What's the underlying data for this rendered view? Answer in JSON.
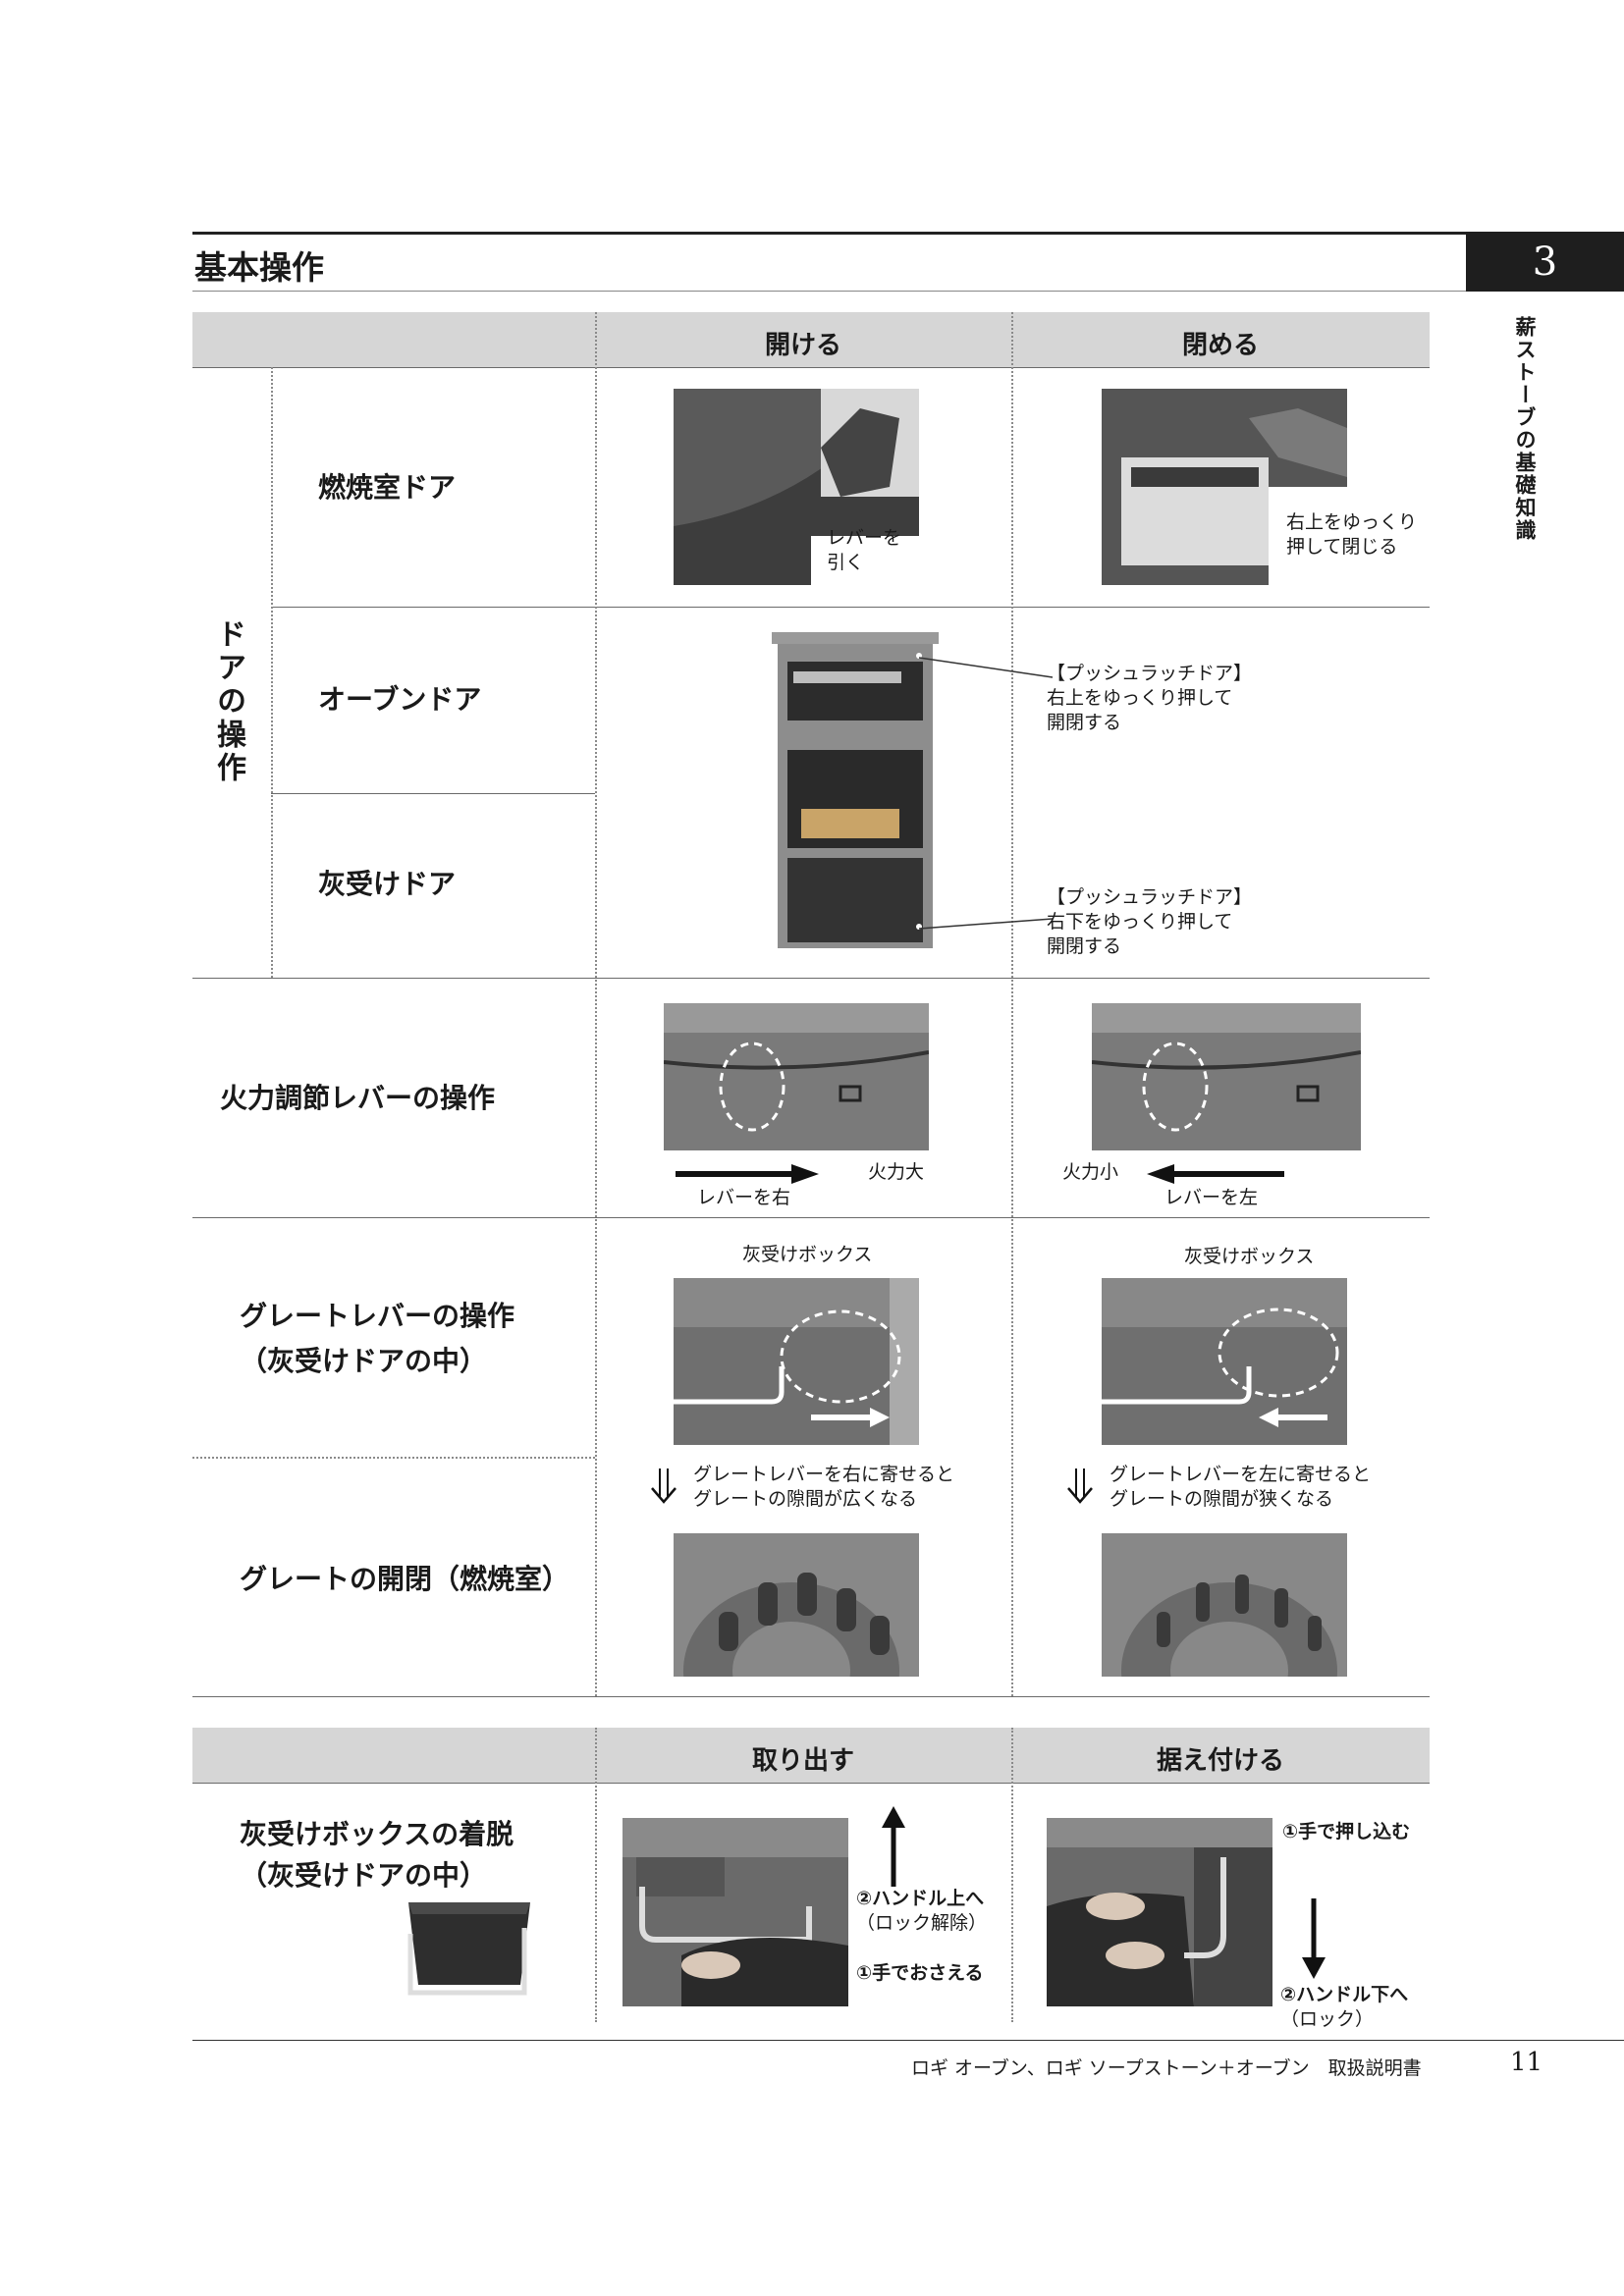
{
  "page": {
    "title": "基本操作",
    "chapter_number": "3",
    "chapter_title": "薪ストーブの基礎知識",
    "footer_text": "ロギ オーブン、ロギ ソープストーン＋オーブン　取扱説明書",
    "page_number": "11"
  },
  "table1": {
    "col_open": "開ける",
    "col_close": "閉める",
    "group_label": "ドアの操作",
    "rows": {
      "combustion_door": "燃焼室ドア",
      "oven_door": "オーブンドア",
      "ash_door": "灰受けドア",
      "air_lever": "火力調節レバーの操作",
      "grate_lever_line1": "グレートレバーの操作",
      "grate_lever_line2": "（灰受けドアの中）",
      "grate_open_close": "グレートの開閉（燃焼室）"
    },
    "captions": {
      "lever_pull_line1": "レバーを",
      "lever_pull_line2": "引く",
      "push_close_line1": "右上をゆっくり",
      "push_close_line2": "押して閉じる",
      "oven_latch_title": "【プッシュラッチドア】",
      "oven_latch_line1": "右上をゆっくり押して",
      "oven_latch_line2": "開閉する",
      "ash_latch_title": "【プッシュラッチドア】",
      "ash_latch_line1": "右下をゆっくり押して",
      "ash_latch_line2": "開閉する",
      "fire_high": "火力大",
      "lever_right": "レバーを右",
      "fire_low": "火力小",
      "lever_left": "レバーを左",
      "ash_box_label_open": "灰受けボックス",
      "ash_box_label_close": "灰受けボックス",
      "grate_right_line1": "グレートレバーを右に寄せると",
      "grate_right_line2": "グレートの隙間が広くなる",
      "grate_left_line1": "グレートレバーを左に寄せると",
      "grate_left_line2": "グレートの隙間が狭くなる"
    }
  },
  "table2": {
    "col_remove": "取り出す",
    "col_install": "据え付ける",
    "row_label_line1": "灰受けボックスの着脱",
    "row_label_line2": "（灰受けドアの中）",
    "captions": {
      "handle_up_line1": "②ハンドル上へ",
      "handle_up_line2": "（ロック解除）",
      "hold_by_hand": "①手でおさえる",
      "push_in": "①手で押し込む",
      "handle_down_line1": "②ハンドル下へ",
      "handle_down_line2": "（ロック）"
    }
  },
  "colors": {
    "header_band": "#d6d6d6",
    "chapter_box": "#1e1e1e",
    "photo_gray": "#7d7d7d"
  }
}
